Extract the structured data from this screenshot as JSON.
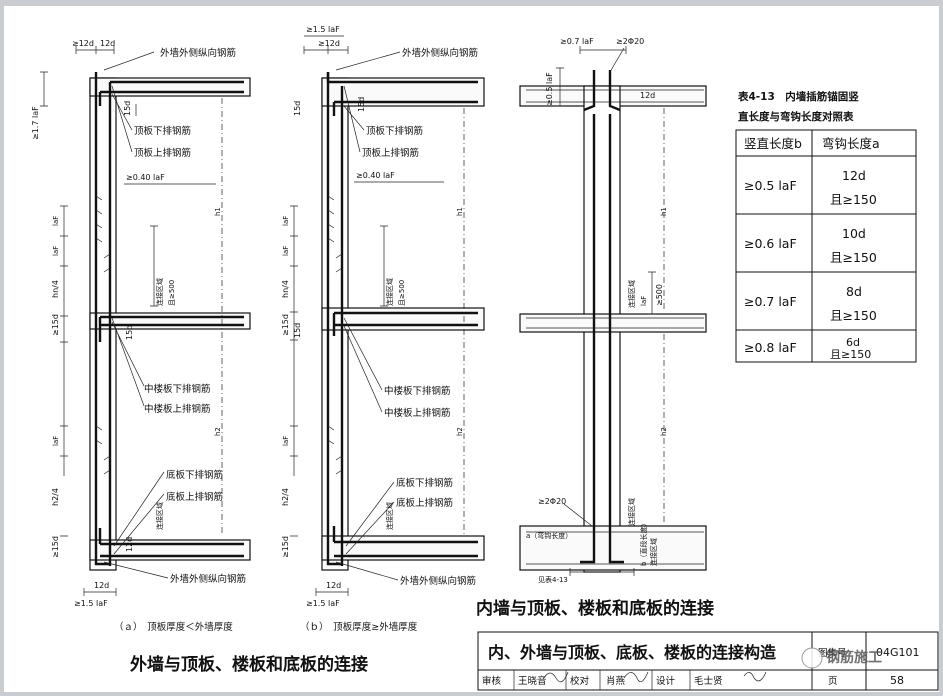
{
  "headings": {
    "outer_title": "外墙与顶板、楼板和底板的连接",
    "inner_title": "内墙与顶板、楼板和底板的连接"
  },
  "case_a": {
    "caption": "（ａ）　顶板厚度＜外墙厚度",
    "dims": [
      "≥12d",
      "12d",
      "≥1.7 laF",
      "≥0.40 laF",
      "15d",
      "15d",
      "12d",
      "≥1.5 laF",
      "hn/4",
      "h2/4",
      "≥15d",
      "≥15d",
      "laF",
      "laF",
      "laF",
      "h1",
      "h2",
      "12d"
    ],
    "labels": {
      "outer_vert": "外墙外侧纵向钢筋",
      "top_lower": "顶板下排钢筋",
      "top_upper": "顶板上排钢筋",
      "mid_lower": "中楼板下排钢筋",
      "mid_upper": "中楼板上排钢筋",
      "bot_lower": "底板下排钢筋",
      "bot_upper": "底板上排钢筋",
      "outer_vert_bottom": "外墙外侧纵向钢筋",
      "splice": "连接区域",
      "splice2": "且≥500",
      "splice3": "连接区域"
    }
  },
  "case_b": {
    "caption": "（ｂ）　顶板厚度≥外墙厚度",
    "dims": [
      "≥1.5 laF",
      "≥12d",
      "15d",
      "≥0.40 laF",
      "15d",
      "15d",
      "≥1.5 laF",
      "12d",
      "hn/4",
      "h2/4",
      "≥15d",
      "≥15d",
      "laF",
      "laF",
      "laF",
      "h1",
      "h2"
    ],
    "labels": {
      "outer_vert": "外墙外侧纵向钢筋",
      "top_lower": "顶板下排钢筋",
      "top_upper": "顶板上排钢筋",
      "mid_lower": "中楼板下排钢筋",
      "mid_upper": "中楼板上排钢筋",
      "bot_lower": "底板下排钢筋",
      "bot_upper": "底板上排钢筋",
      "outer_vert_bottom": "外墙外侧纵向钢筋",
      "splice": "连接区域",
      "splice2": "且≥500",
      "splice3": "连接区域"
    }
  },
  "inner": {
    "dims": [
      "≥0.7 laF",
      "≥2Φ20",
      "≥0.5 laF",
      "12d",
      "≥2Φ20",
      "a（弯钩长度）",
      "b（直段长度）",
      "见表4-13",
      "h1",
      "h2",
      "≥500",
      "laF"
    ],
    "labels": {
      "splice": "连接区域",
      "splice_b": "连接区域",
      "table_note": "见表4-13",
      "hook_len": "a（弯钩长度）",
      "straight_len": "b（直段长度）",
      "straight_len2": "连接区域"
    }
  },
  "table": {
    "caption_line1": "表4-13　内墙插筋锚固竖",
    "caption_line2": "直长度与弯钩长度对照表",
    "headers": [
      "竖直长度b",
      "弯钩长度a"
    ],
    "rows": [
      {
        "b": "≥0.5 laF",
        "a1": "12d",
        "a2": "且≥150"
      },
      {
        "b": "≥0.6 laF",
        "a1": "10d",
        "a2": "且≥150"
      },
      {
        "b": "≥0.7 laF",
        "a1": "8d",
        "a2": "且≥150"
      },
      {
        "b": "≥0.8 laF",
        "a1": "6d",
        "a2": "且≥150"
      }
    ]
  },
  "title_block": {
    "main_title": "内、外墙与顶板、底板、楼板的连接构造",
    "atlas_label": "图集号",
    "atlas_no": "04G101",
    "row_items": [
      "审核",
      "王晓音",
      "校对",
      "肖燕",
      "设计",
      "毛士贤"
    ],
    "page_label": "页",
    "page_no": "58"
  },
  "watermark": "钢筋施工"
}
